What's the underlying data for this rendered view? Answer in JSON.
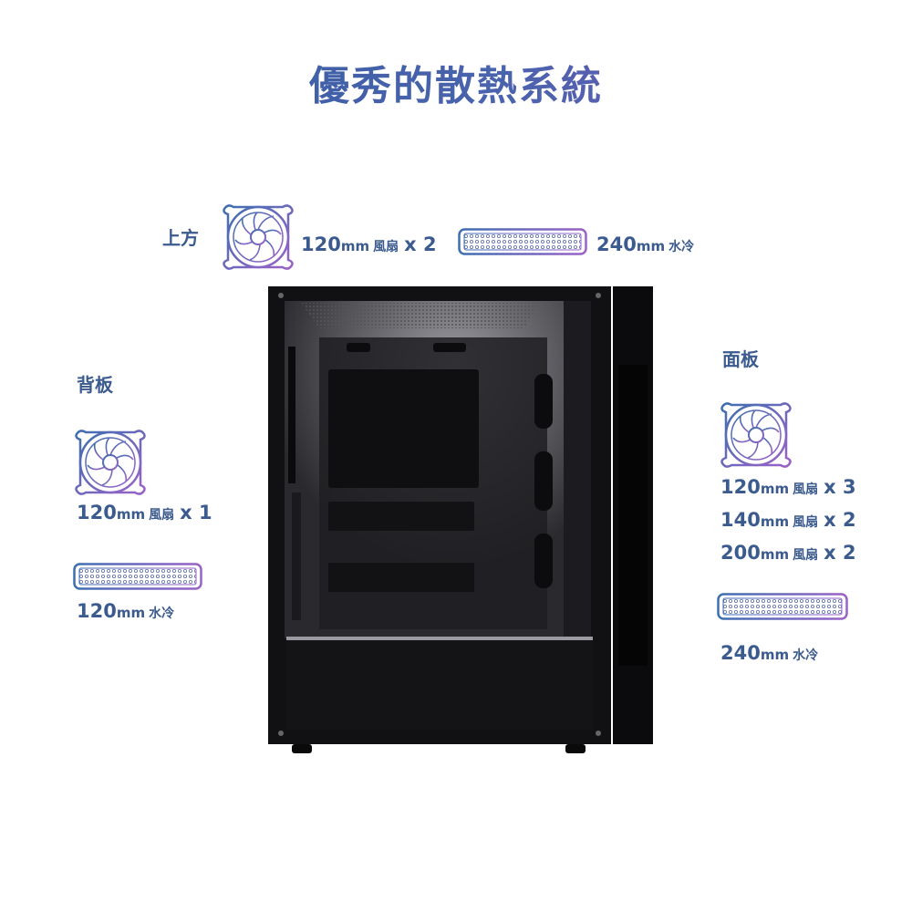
{
  "title": "優秀的散熱系統",
  "top": {
    "label": "上方",
    "fan": {
      "size": "120",
      "unit": "mm",
      "text": "風扇",
      "count": "x 2"
    },
    "radiator": {
      "size": "240",
      "unit": "mm",
      "text": "水冷"
    }
  },
  "back": {
    "label": "背板",
    "fan": {
      "size": "120",
      "unit": "mm",
      "text": "風扇",
      "count": "x 1"
    },
    "radiator": {
      "size": "120",
      "unit": "mm",
      "text": "水冷"
    }
  },
  "front": {
    "label": "面板",
    "fans": [
      {
        "size": "120",
        "unit": "mm",
        "text": "風扇",
        "count": "x 3"
      },
      {
        "size": "140",
        "unit": "mm",
        "text": "風扇",
        "count": "x 2"
      },
      {
        "size": "200",
        "unit": "mm",
        "text": "風扇",
        "count": "x 2"
      }
    ],
    "radiator": {
      "size": "240",
      "unit": "mm",
      "text": "水冷"
    }
  },
  "colors": {
    "accent_blue": "#3b5b8f",
    "accent_purple": "#7a57b8",
    "case_black": "#0d0d0f"
  },
  "icons": {
    "fan": "fan-icon",
    "radiator": "radiator-icon"
  }
}
